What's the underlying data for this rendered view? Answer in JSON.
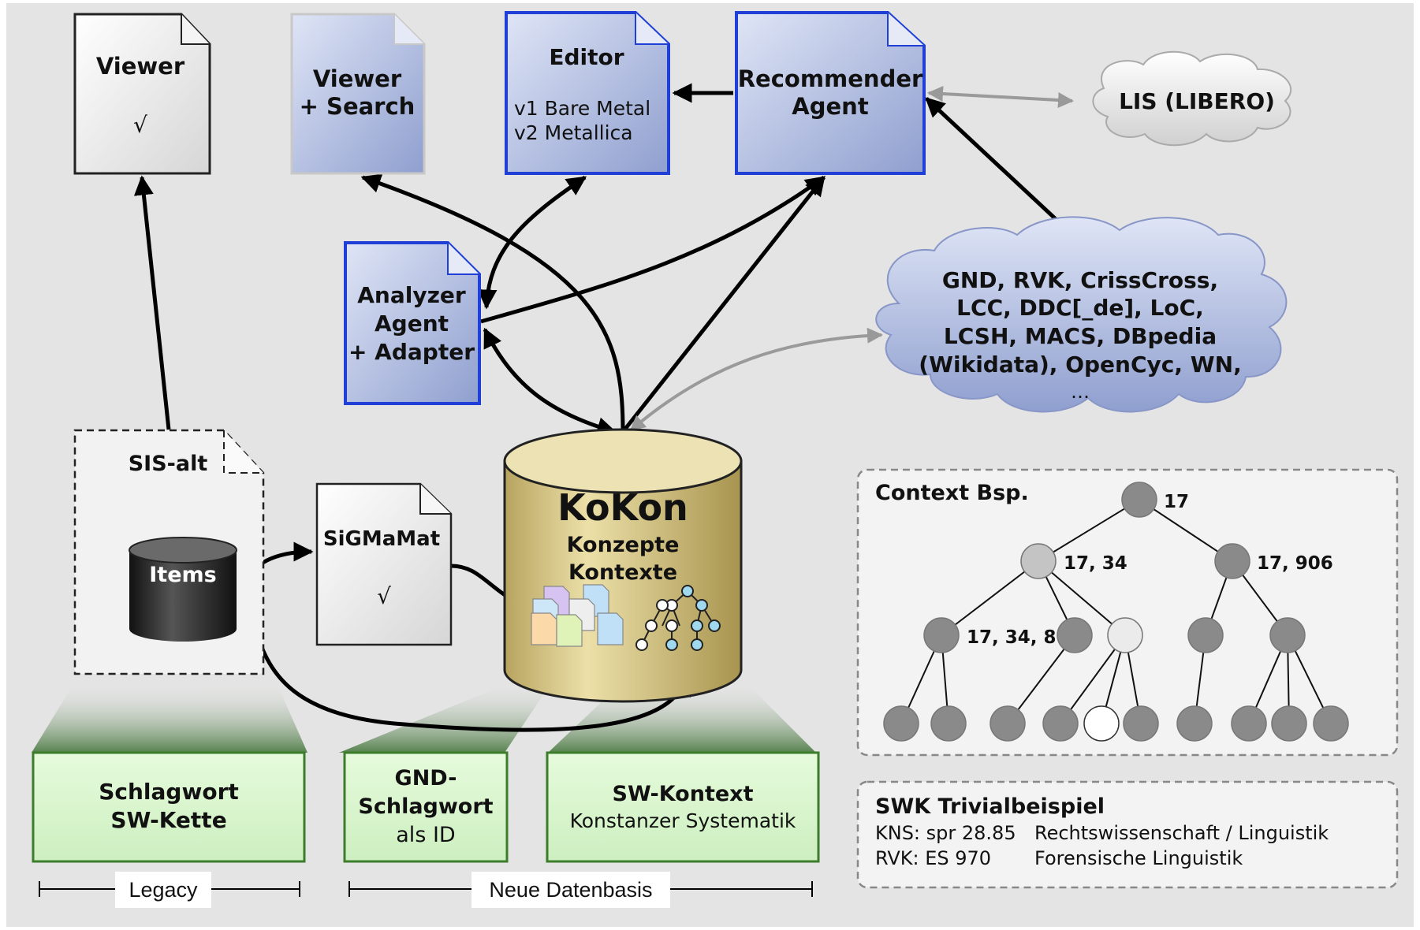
{
  "nodes": {
    "viewer": {
      "title": "Viewer",
      "mark": "√"
    },
    "viewer_search": {
      "line1": "Viewer",
      "line2": "+ Search"
    },
    "editor": {
      "title": "Editor",
      "line1": "v1 Bare Metal",
      "line2": "v2 Metallica"
    },
    "recommender": {
      "line1": "Recommender",
      "line2": "Agent"
    },
    "lis": {
      "label": "LIS (LIBERO)"
    },
    "analyzer": {
      "line1": "Analyzer",
      "line2": "Agent",
      "line3": "+ Adapter"
    },
    "sources": {
      "line1": "GND, RVK, CrissCross,",
      "line2": "LCC, DDC[_de], LoC,",
      "line3": "LCSH, MACS, DBpedia",
      "line4": "(Wikidata), OpenCyc, WN,",
      "line5": "…"
    },
    "sis_alt": {
      "title": "SIS-alt",
      "items": "Items"
    },
    "sigmamat": {
      "title": "SiGMaMat",
      "mark": "√"
    },
    "kokon": {
      "title": "KoKon",
      "line1": "Konzepte",
      "line2": "Kontexte"
    }
  },
  "boxes": {
    "schlagwort": {
      "line1": "Schlagwort",
      "line2": "SW-Kette"
    },
    "gnd": {
      "line1": "GND-",
      "line2": "Schlagwort",
      "line3": "als ID"
    },
    "swkontext": {
      "line1": "SW-Kontext",
      "line2": "Konstanzer Systematik"
    }
  },
  "brackets": {
    "legacy": "Legacy",
    "neue": "Neue Datenbasis"
  },
  "context": {
    "title": "Context Bsp.",
    "labels": {
      "root": "17",
      "left": "17, 34",
      "right": "17, 906",
      "leftleft": "17, 34, 8"
    }
  },
  "swk": {
    "title": "SWK Trivialbeispiel",
    "kns_prefix": "KNS: spr 28.85",
    "kns_text": "Rechtswissenschaft / Linguistik",
    "rvk_prefix": "RVK: ES 970",
    "rvk_text": "Forensische Linguistik"
  },
  "colors": {
    "background": "#e4e4e4",
    "doc_blue": "#a9b6dc",
    "doc_blue_border": "#1f3fd6",
    "green_box": "#d9f7cf",
    "green_border": "#3b7d2a",
    "kokon": "#d9c98a"
  }
}
